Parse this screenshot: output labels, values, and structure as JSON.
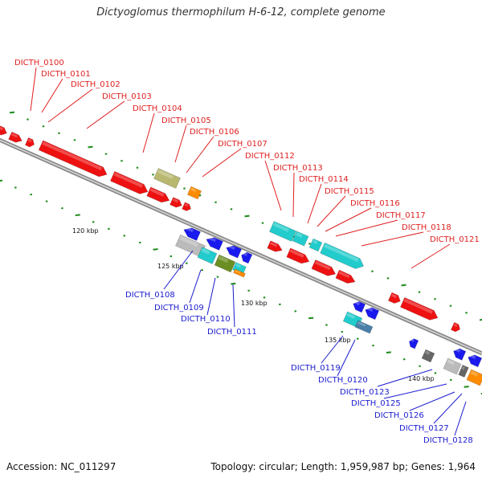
{
  "title": "Dictyoglomus thermophilum H-6-12, complete genome",
  "footer": {
    "accession": "Accession: NC_011297",
    "topology": "Topology: circular; Length: 1,959,987 bp; Genes: 1,964"
  },
  "colors": {
    "forward_label": "#e02020",
    "reverse_label": "#1a1ad0",
    "red": "#ee1111",
    "blue": "#1a1aee",
    "cyan": "#22cccc",
    "olive": "#b8b870",
    "orange": "#ff8c00",
    "green": "#6b8e23",
    "gray": "#bbbbbb",
    "dark_gray": "#666666",
    "steel": "#4a7fa8",
    "backbone": "#8a8a8a",
    "tick": "#1a8a1a"
  },
  "ticks": [
    "120 kbp",
    "125 kbp",
    "130 kbp",
    "135 kbp",
    "140 kbp"
  ],
  "forward_genes": [
    "DICTH_0100",
    "DICTH_0101",
    "DICTH_0102",
    "DICTH_0103",
    "DICTH_0104",
    "DICTH_0105",
    "DICTH_0106",
    "DICTH_0107",
    "DICTH_0112",
    "DICTH_0113",
    "DICTH_0114",
    "DICTH_0115",
    "DICTH_0116",
    "DICTH_0117",
    "DICTH_0118",
    "DICTH_0121"
  ],
  "reverse_genes": [
    "DICTH_0108",
    "DICTH_0109",
    "DICTH_0110",
    "DICTH_0111",
    "DICTH_0119",
    "DICTH_0120",
    "DICTH_0123",
    "DICTH_0125",
    "DICTH_0126",
    "DICTH_0127",
    "DICTH_0128"
  ]
}
